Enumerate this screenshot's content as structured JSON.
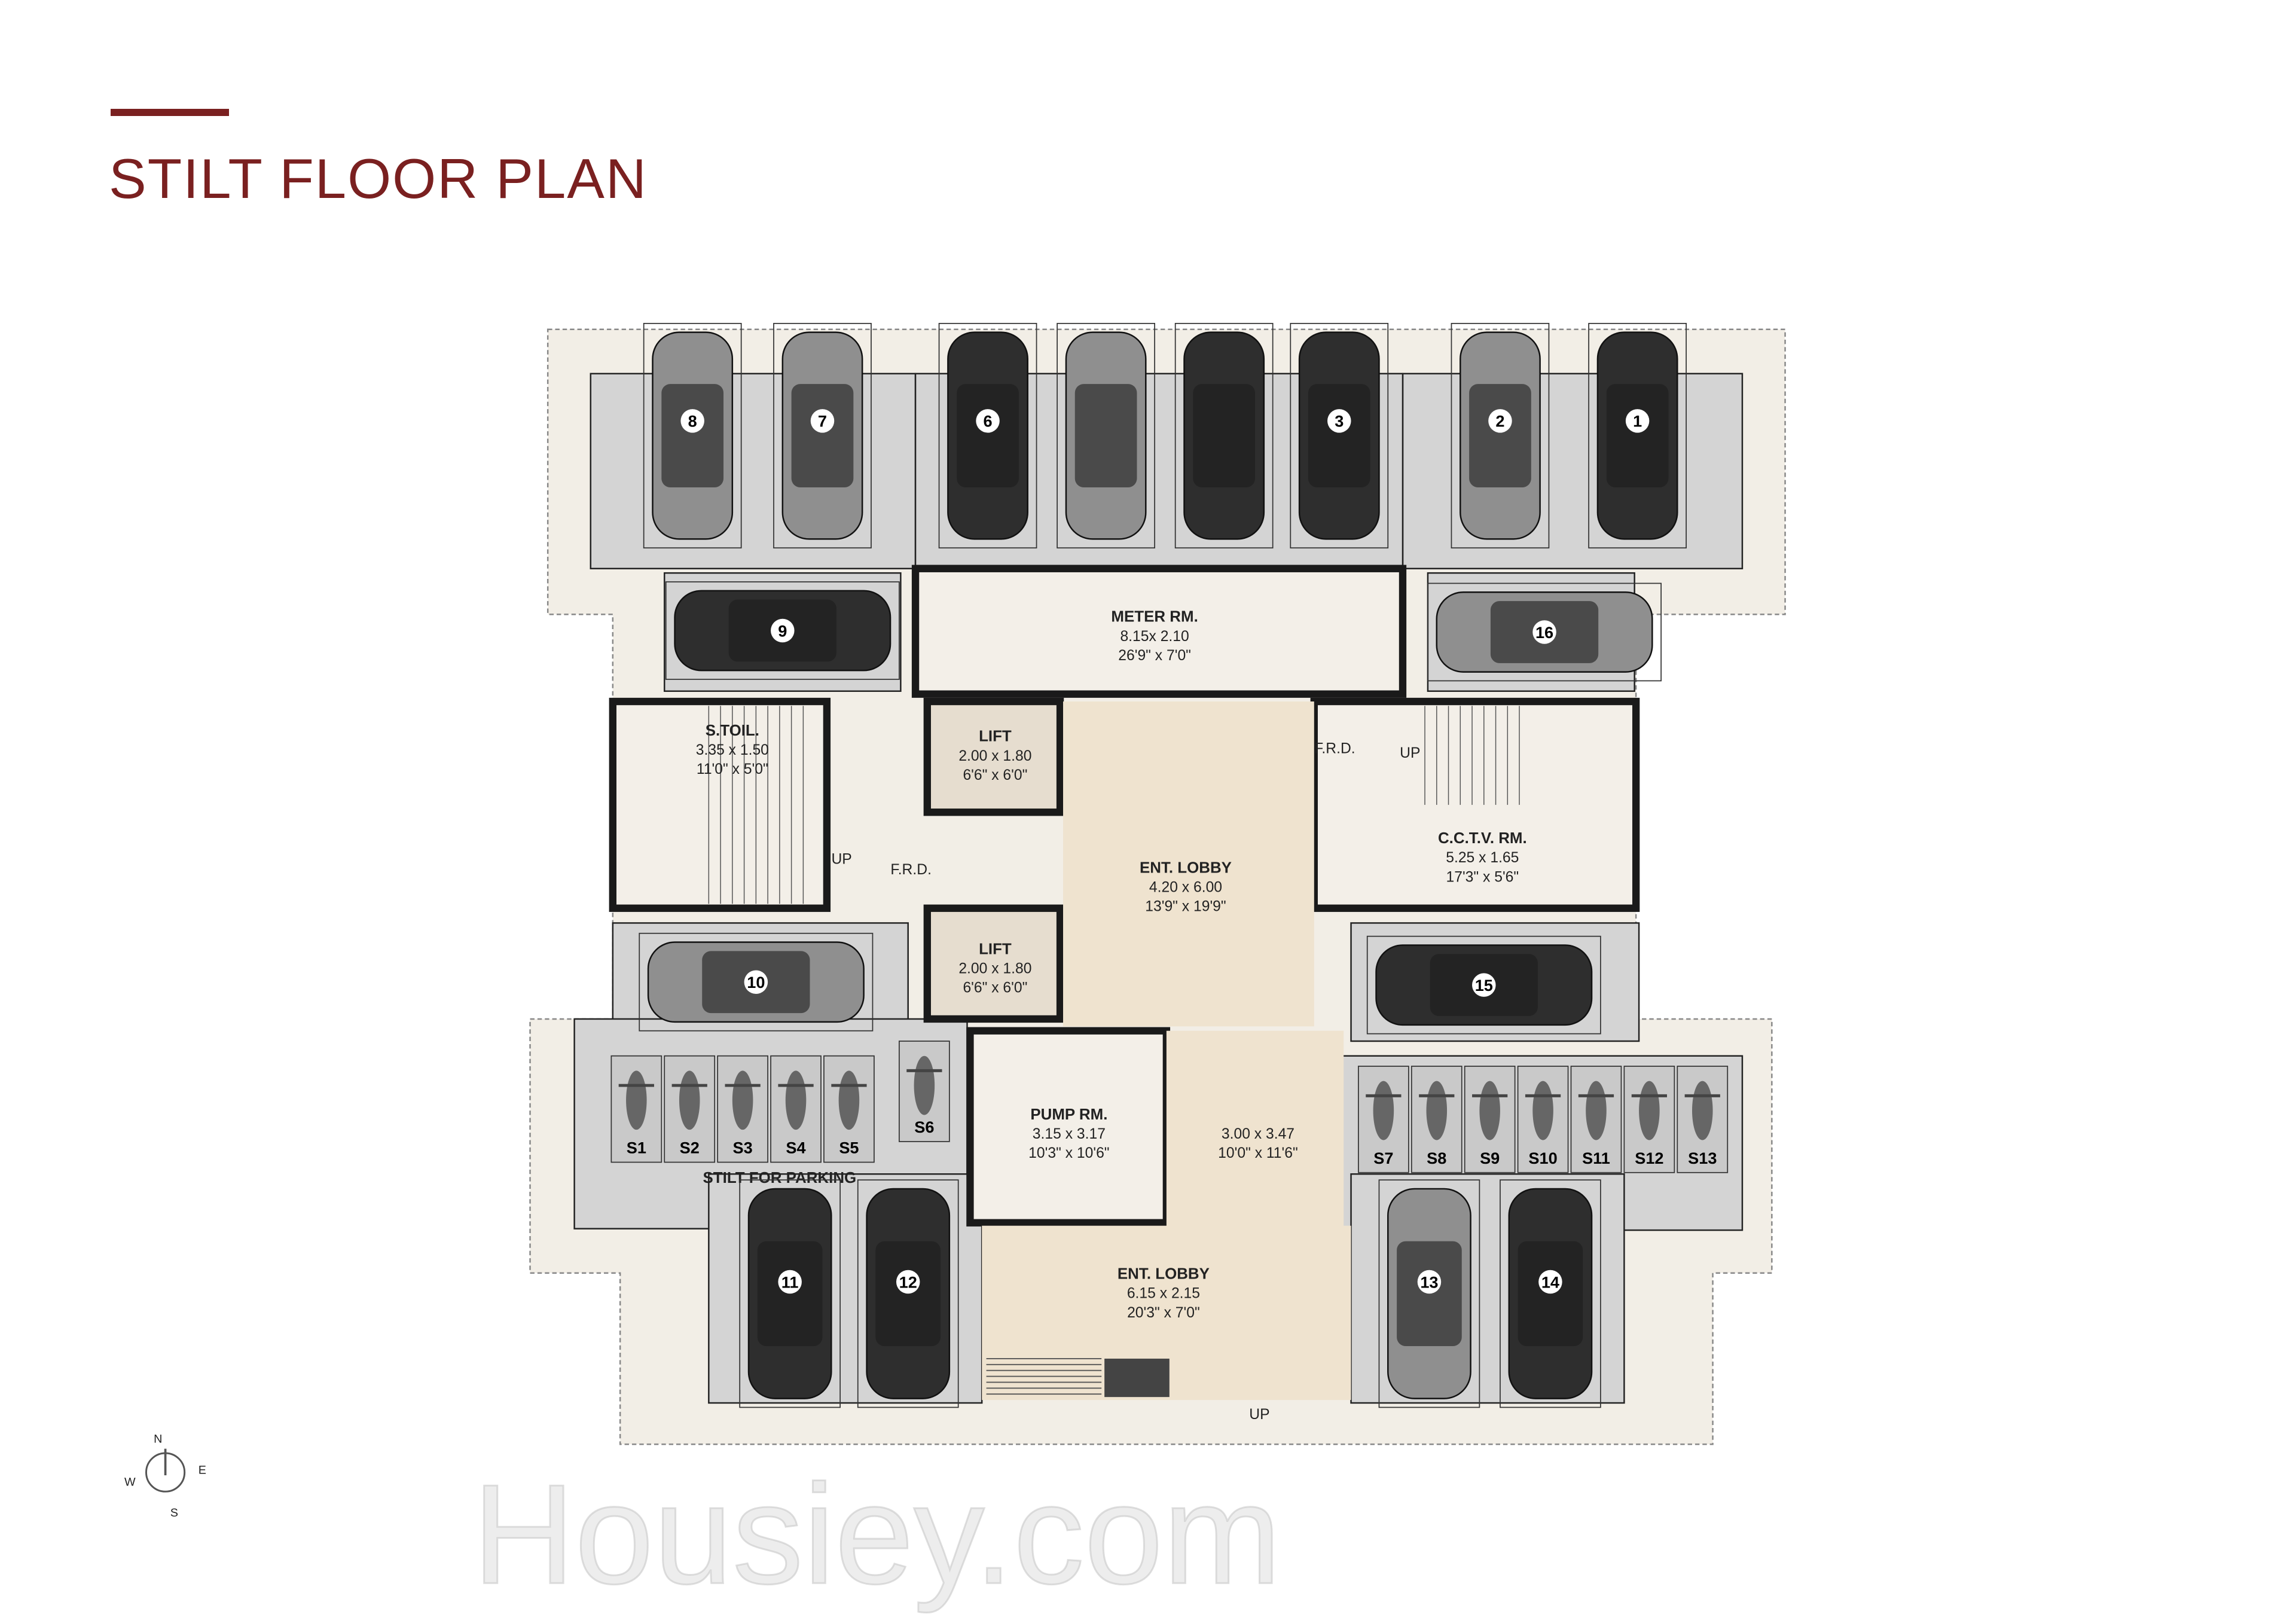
{
  "header": {
    "title": "STILT FLOOR PLAN"
  },
  "colors": {
    "accent": "#7a2020",
    "floor": "#f1ece3",
    "lobby": "#efe3cf",
    "parking": "#d3d3d3",
    "wall": "#222222",
    "car_dark": "#2e2e2e",
    "car_gray": "#8f8f8f"
  },
  "rooms": [
    {
      "name": "METER RM.",
      "metric": "8.15x 2.10",
      "imperial": "26'9\" x 7'0\""
    },
    {
      "name": "S.TOIL.",
      "metric": "3.35 x 1.50",
      "imperial": "11'0\" x 5'0\""
    },
    {
      "name": "LIFT",
      "metric": "2.00 x 1.80",
      "imperial": "6'6\" x 6'0\""
    },
    {
      "name": "ENT. LOBBY",
      "metric": "4.20 x 6.00",
      "imperial": "13'9\" x 19'9\""
    },
    {
      "name": "C.C.T.V. RM.",
      "metric": "5.25 x 1.65",
      "imperial": "17'3\" x 5'6\""
    },
    {
      "name": "LIFT",
      "metric": "2.00 x 1.80",
      "imperial": "6'6\" x 6'0\""
    },
    {
      "name": "PUMP RM.",
      "metric": "3.15 x 3.17",
      "imperial": "10'3\" x 10'6\""
    },
    {
      "name": "",
      "metric": "3.00 x 3.47",
      "imperial": "10'0\" x 11'6\""
    },
    {
      "name": "ENT. LOBBY",
      "metric": "6.15 x 2.15",
      "imperial": "20'3\" x 7'0\""
    }
  ],
  "labels": {
    "frd_left": "F.R.D.",
    "frd_right": "F.R.D.",
    "up_left": "UP",
    "up_right": "UP",
    "up_bottom": "UP",
    "stilt_parking": "STILT FOR PARKING"
  },
  "cars": [
    {
      "number": "8",
      "shade": "gray"
    },
    {
      "number": "7",
      "shade": "gray"
    },
    {
      "number": "6",
      "shade": "dark"
    },
    {
      "number": "",
      "shade": "gray"
    },
    {
      "number": "",
      "shade": "dark"
    },
    {
      "number": "3",
      "shade": "dark"
    },
    {
      "number": "2",
      "shade": "gray"
    },
    {
      "number": "1",
      "shade": "dark"
    },
    {
      "number": "9",
      "shade": "dark"
    },
    {
      "number": "16",
      "shade": "gray"
    },
    {
      "number": "10",
      "shade": "gray"
    },
    {
      "number": "15",
      "shade": "dark"
    },
    {
      "number": "11",
      "shade": "dark"
    },
    {
      "number": "12",
      "shade": "dark"
    },
    {
      "number": "13",
      "shade": "gray"
    },
    {
      "number": "14",
      "shade": "dark"
    }
  ],
  "bikes": [
    "S1",
    "S2",
    "S3",
    "S4",
    "S5",
    "S6",
    "S7",
    "S8",
    "S9",
    "S10",
    "S11",
    "S12",
    "S13"
  ],
  "compass": {
    "n": "N",
    "s": "S",
    "e": "E",
    "w": "W",
    "icon": "compass-icon"
  },
  "watermark": "Housiey.com"
}
